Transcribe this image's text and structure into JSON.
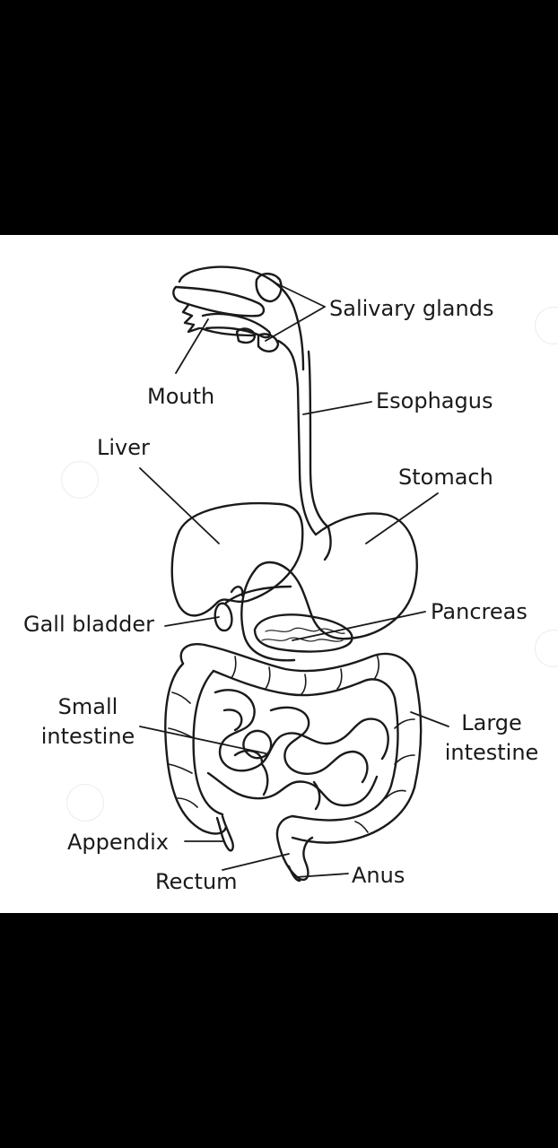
{
  "labels": {
    "salivary_glands": "Salivary glands",
    "mouth": "Mouth",
    "esophagus": "Esophagus",
    "liver": "Liver",
    "stomach": "Stomach",
    "gall_bladder": "Gall bladder",
    "pancreas": "Pancreas",
    "small_intestine": "Small intestine",
    "large_intestine": "Large intestine",
    "appendix": "Appendix",
    "rectum": "Rectum",
    "anus": "Anus"
  },
  "colors": {
    "background": "#000000",
    "panel": "#ffffff",
    "ink": "#1a1a1a"
  }
}
